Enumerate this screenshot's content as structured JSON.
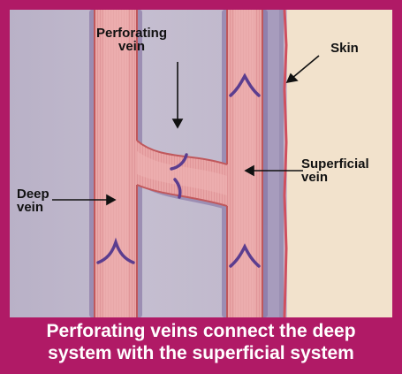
{
  "labels": {
    "perforating_vein": "Perforating\nvein",
    "skin": "Skin",
    "superficial_vein": "Superficial\nvein",
    "deep_vein": "Deep\nvein"
  },
  "caption": {
    "line1": "Perforating veins connect the deep",
    "line2": "system with the superficial system"
  },
  "colors": {
    "border": "#b01a66",
    "skin": "#f2e2cc",
    "tissue": "#c9c3d3",
    "vein_fill": "#eaa9a9",
    "vein_edge": "#c0585c",
    "valve": "#5b3d8f"
  }
}
